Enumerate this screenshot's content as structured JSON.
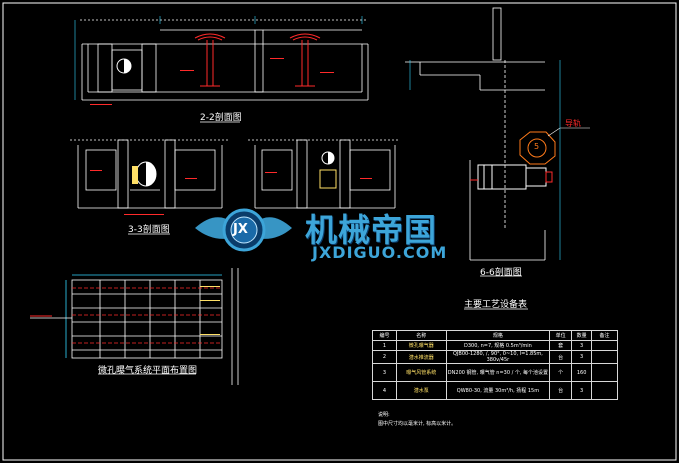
{
  "drawing": {
    "colors": {
      "background": "#000000",
      "lines": "#ffffff",
      "red": "#ff2a2a",
      "cyan": "#33d6ff",
      "yellow": "#ffe066",
      "orange": "#ff7a1a",
      "logo": "#3da5d9"
    },
    "sections": {
      "section_2_2": "2-2剖面图",
      "section_3_3": "3-3剖面图",
      "section_6_6": "6-6剖面图",
      "plan": "微孔曝气系统平面布置图"
    },
    "callout_text": "导轨",
    "callout_number": "5",
    "watermark": {
      "chinese": "机械帝国",
      "english": "JXDIGUO.COM",
      "emblem_letters": "JX"
    },
    "table": {
      "title": "主要工艺设备表",
      "headers": [
        "编号",
        "名称",
        "规格",
        "单位",
        "数量",
        "备注"
      ],
      "rows": [
        {
          "no": "1",
          "name": "微孔曝气器",
          "spec": "D300, n=7, 规格 0.5m³/min",
          "unit": "套",
          "qty": "3",
          "note": ""
        },
        {
          "no": "2",
          "name": "潜水推流器",
          "spec": "QJB00-1280, /, 90°, 0~10, l=1.85m, 380v/45r",
          "unit": "台",
          "qty": "3",
          "note": ""
        },
        {
          "no": "3",
          "name": "曝气风管系统",
          "spec": "DN200 钢管, 曝气管 n=30 / 个, 每个池设置",
          "unit": "个",
          "qty": "160",
          "note": ""
        },
        {
          "no": "4",
          "name": "潜水泵",
          "spec": "QW80-30, 流量 30m³/h, 扬程 15m",
          "unit": "台",
          "qty": "3",
          "note": ""
        }
      ]
    },
    "note": {
      "title": "说明:",
      "text": "图中尺寸均以毫米计, 标高以米计。"
    }
  }
}
